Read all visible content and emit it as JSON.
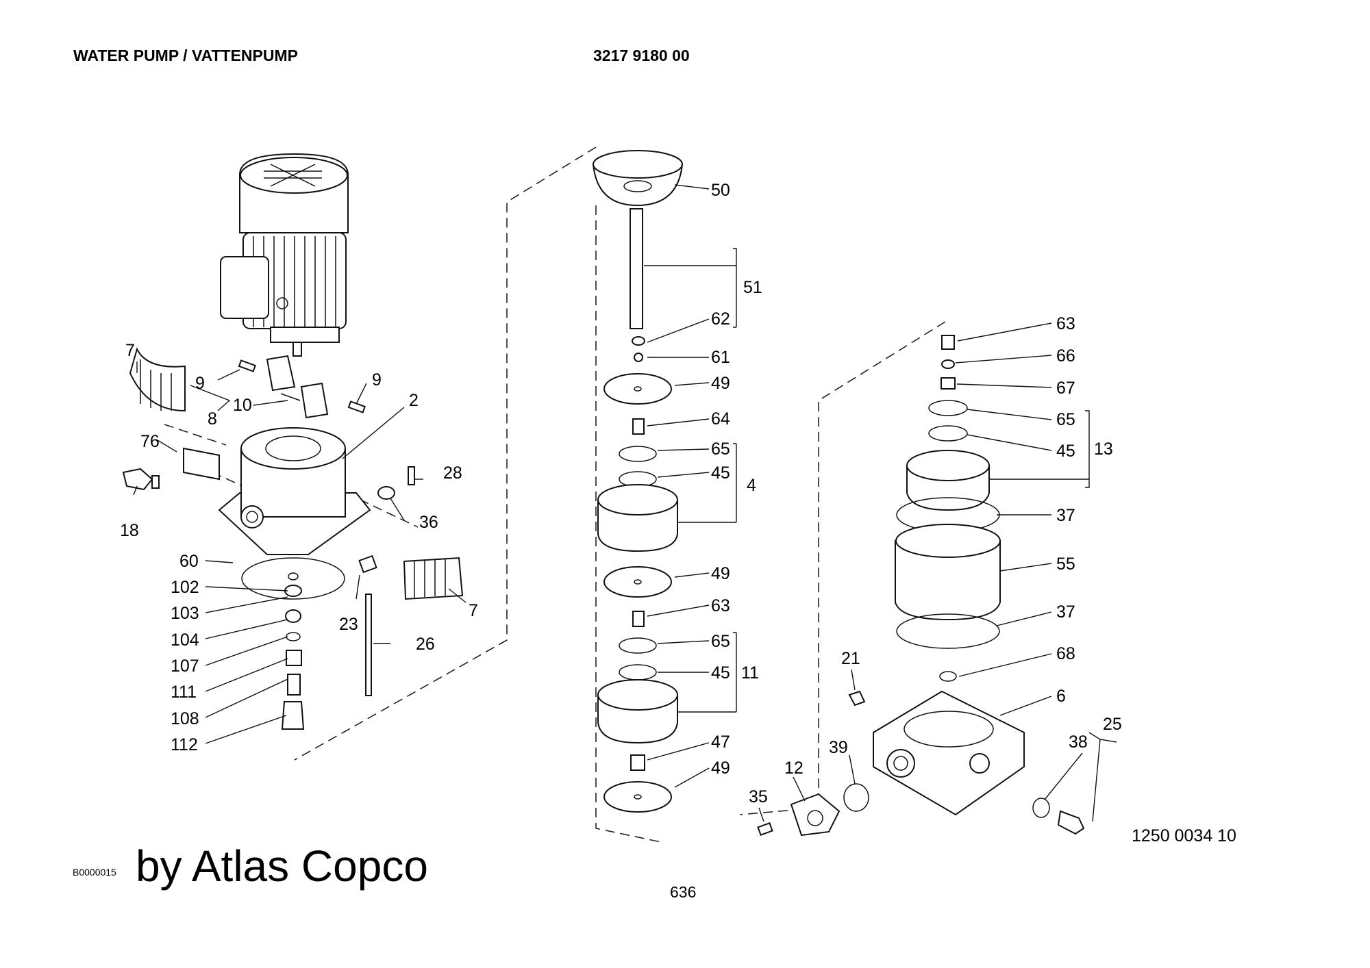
{
  "header": {
    "title": "WATER PUMP / VATTENPUMP",
    "part_number": "3217 9180 00"
  },
  "footer": {
    "code": "B0000015",
    "watermark": "by Atlas Copco",
    "page_number": "636",
    "drawing_number": "1250 0034 10"
  },
  "left_labels": [
    "7",
    "9",
    "10",
    "8",
    "9",
    "2",
    "76",
    "28",
    "18",
    "36",
    "60",
    "102",
    "103",
    "104",
    "107",
    "111",
    "108",
    "112",
    "23",
    "26",
    "7"
  ],
  "middle_labels": [
    "50",
    "51",
    "62",
    "61",
    "49",
    "64",
    "65",
    "45",
    "4",
    "49",
    "63",
    "65",
    "45",
    "11",
    "47",
    "49"
  ],
  "right_labels": [
    "63",
    "66",
    "67",
    "65",
    "45",
    "13",
    "37",
    "55",
    "37",
    "68",
    "21",
    "6",
    "25",
    "38",
    "39",
    "12",
    "35"
  ]
}
